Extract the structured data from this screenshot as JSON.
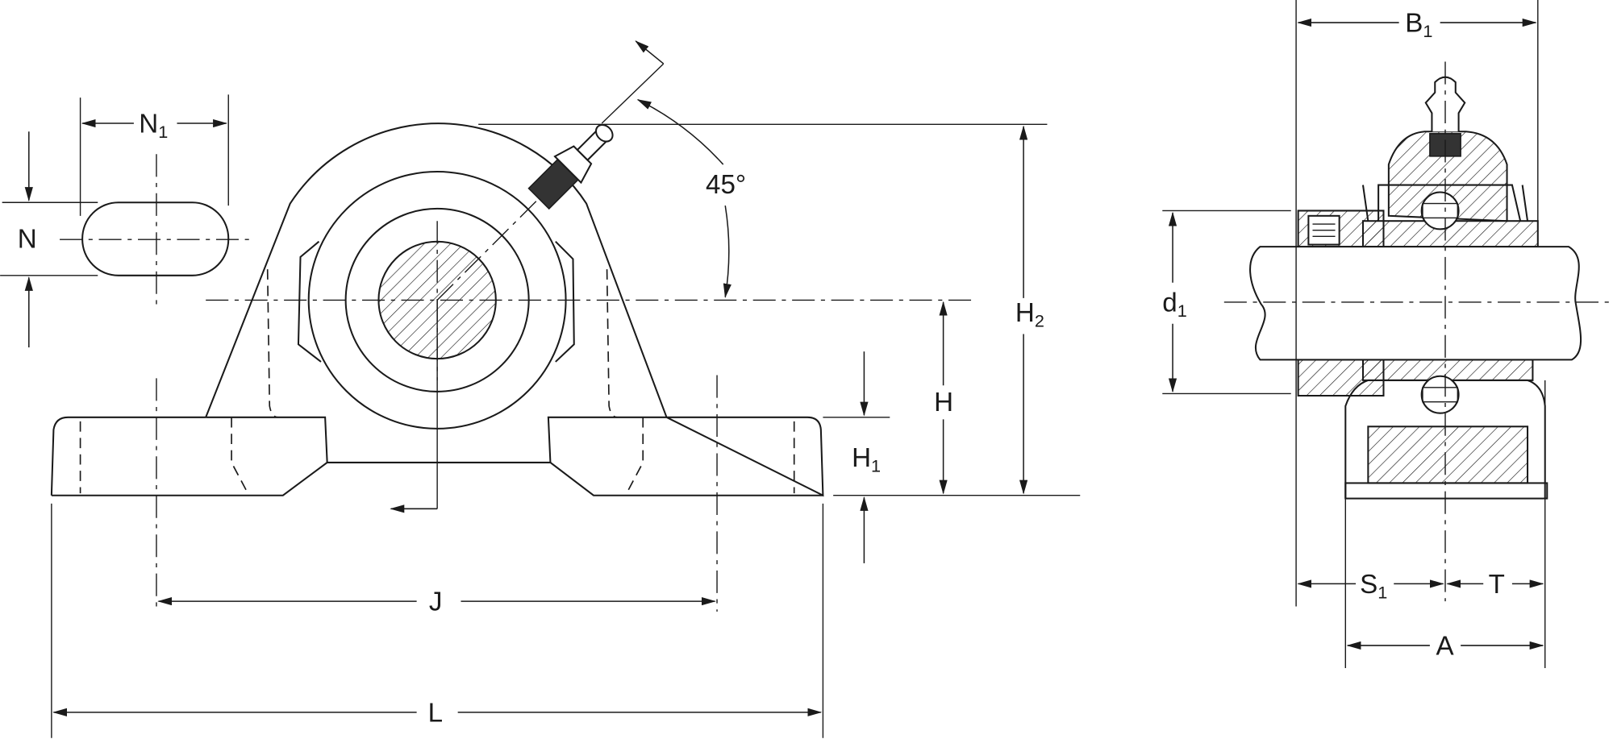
{
  "title": "Pillow block bearing dimension drawing",
  "labels": {
    "n1": {
      "main": "N",
      "sub": "1"
    },
    "n": {
      "main": "N"
    },
    "angle": {
      "main": "45°"
    },
    "h2": {
      "main": "H",
      "sub": "2"
    },
    "h": {
      "main": "H"
    },
    "h1": {
      "main": "H",
      "sub": "1"
    },
    "j": {
      "main": "J"
    },
    "l": {
      "main": "L"
    },
    "b1": {
      "main": "B",
      "sub": "1"
    },
    "d1": {
      "main": "d",
      "sub": "1"
    },
    "s1": {
      "main": "S",
      "sub": "1"
    },
    "t": {
      "main": "T"
    },
    "a": {
      "main": "A"
    }
  },
  "colors": {
    "line": "#1a1a1a",
    "background": "#ffffff"
  }
}
